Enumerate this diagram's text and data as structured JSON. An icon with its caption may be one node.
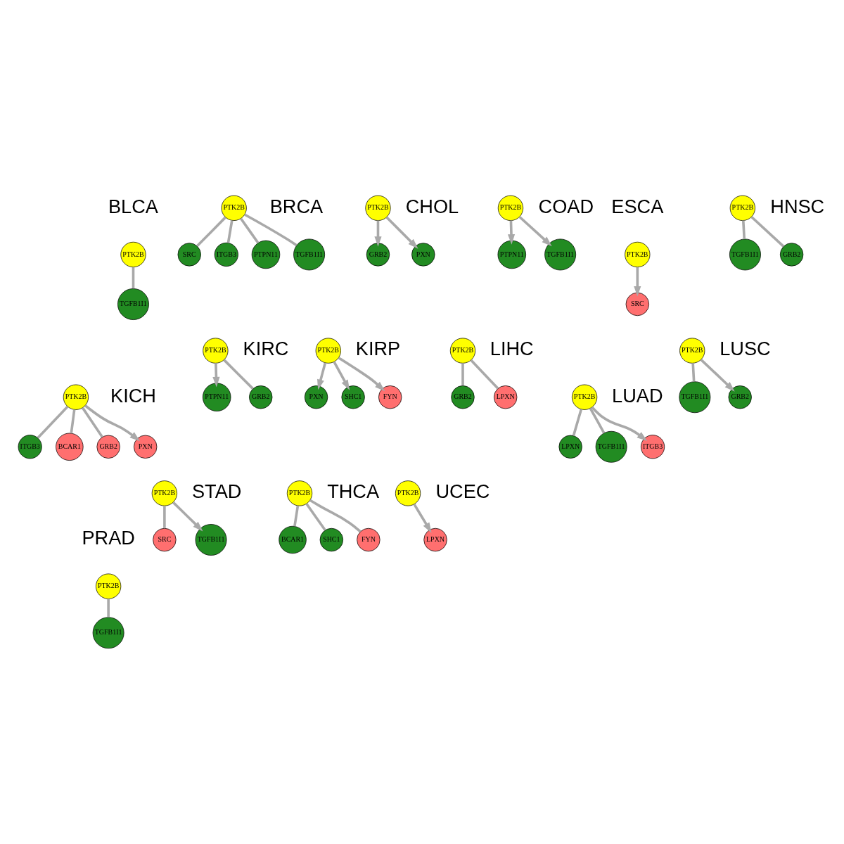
{
  "diagram": {
    "nodes": [
      {
        "text": [
          "PTK2B"
        ]
      },
      {
        "text": [
          "TGFB1I1"
        ]
      },
      {
        "text": [
          "TGFB1I1"
        ]
      },
      {
        "text": [
          "SRC"
        ]
      },
      {
        "text": [
          "PTK2B"
        ]
      },
      {
        "text": [
          "ITGB3"
        ]
      },
      {
        "text": [
          "PTPN11"
        ]
      },
      {
        "text": [
          "PXN"
        ]
      },
      {
        "text": [
          "PTK2B"
        ]
      },
      {
        "text": [
          "GRB2"
        ]
      },
      {
        "text": [
          "TGFB1I1"
        ]
      },
      {
        "text": [
          "PTK2B"
        ]
      },
      {
        "text": [
          "PTPN11"
        ]
      },
      {
        "text": [
          "PTK2B"
        ]
      },
      {
        "text": [
          "SRC"
        ]
      },
      {
        "text": [
          "GRB2"
        ]
      },
      {
        "text": [
          "PTK2B"
        ]
      },
      {
        "text": [
          "TGFB1I1"
        ]
      },
      {
        "text": [
          "PXN"
        ]
      },
      {
        "text": [
          "ITGB3"
        ]
      },
      {
        "text": [
          "PTK2B"
        ]
      },
      {
        "text": [
          "BCAR1"
        ]
      },
      {
        "text": [
          "GRB2"
        ]
      },
      {
        "text": [
          "GRB2"
        ]
      },
      {
        "text": [
          "PTK2B"
        ]
      },
      {
        "text": [
          "PTPN11"
        ]
      },
      {
        "text": [
          "FYN"
        ]
      },
      {
        "text": [
          "PXN"
        ]
      },
      {
        "text": [
          "PTK2B"
        ]
      },
      {
        "text": [
          "SHC1"
        ]
      },
      {
        "text": [
          "LPXN"
        ]
      },
      {
        "text": [
          "PTK2B"
        ]
      },
      {
        "text": [
          "GRB2"
        ]
      },
      {
        "text": [
          "ITGB3"
        ]
      },
      {
        "text": [
          "LPXN"
        ]
      },
      {
        "text": [
          "PTK2B"
        ]
      },
      {
        "text": [
          "TGFB1I1"
        ]
      },
      {
        "text": [
          "GRB2"
        ]
      },
      {
        "text": [
          "PTK2B"
        ]
      },
      {
        "text": [
          "TGFB1I1"
        ]
      },
      {
        "text": [
          "PTK2B"
        ]
      },
      {
        "text": [
          "TGFB1I1"
        ]
      },
      {
        "text": [
          "TGFB1I1"
        ]
      },
      {
        "text": [
          "PTK2B"
        ]
      },
      {
        "text": [
          "SRC"
        ]
      },
      {
        "text": [
          "FYN"
        ]
      },
      {
        "text": [
          "BCAR1"
        ]
      },
      {
        "text": [
          "PTK2B"
        ]
      },
      {
        "text": [
          "SHC1"
        ]
      },
      {
        "text": [
          "LPXN"
        ]
      },
      {
        "text": [
          "PTK2B"
        ]
      }
    ],
    "edges": [
      {
        "from": 0,
        "to": 1,
        "arrow": "none"
      },
      {
        "from": 4,
        "to": 2,
        "arrow": "none"
      },
      {
        "from": 4,
        "to": 3,
        "arrow": "none"
      },
      {
        "from": 4,
        "to": 5,
        "arrow": "none"
      },
      {
        "from": 4,
        "to": 6,
        "arrow": "none"
      },
      {
        "from": 8,
        "to": 7,
        "arrow": "to"
      },
      {
        "from": 8,
        "to": 9,
        "arrow": "to"
      },
      {
        "from": 11,
        "to": 10,
        "arrow": "to"
      },
      {
        "from": 11,
        "to": 12,
        "arrow": "to"
      },
      {
        "from": 13,
        "to": 14,
        "arrow": "to"
      },
      {
        "from": 16,
        "to": 15,
        "arrow": "none"
      },
      {
        "from": 16,
        "to": 17,
        "arrow": "none"
      },
      {
        "from": 20,
        "to": 18,
        "arrow": "to"
      },
      {
        "from": 20,
        "to": 19,
        "arrow": "none"
      },
      {
        "from": 20,
        "to": 21,
        "arrow": "none"
      },
      {
        "from": 20,
        "to": 22,
        "arrow": "none"
      },
      {
        "from": 24,
        "to": 23,
        "arrow": "none"
      },
      {
        "from": 24,
        "to": 25,
        "arrow": "to"
      },
      {
        "from": 28,
        "to": 26,
        "arrow": "to"
      },
      {
        "from": 28,
        "to": 27,
        "arrow": "to"
      },
      {
        "from": 28,
        "to": 29,
        "arrow": "to"
      },
      {
        "from": 31,
        "to": 30,
        "arrow": "none"
      },
      {
        "from": 31,
        "to": 32,
        "arrow": "none"
      },
      {
        "from": 35,
        "to": 33,
        "arrow": "to"
      },
      {
        "from": 35,
        "to": 34,
        "arrow": "none"
      },
      {
        "from": 35,
        "to": 36,
        "arrow": "none"
      },
      {
        "from": 38,
        "to": 37,
        "arrow": "to"
      },
      {
        "from": 38,
        "to": 39,
        "arrow": "none"
      },
      {
        "from": 40,
        "to": 41,
        "arrow": "none"
      },
      {
        "from": 43,
        "to": 42,
        "arrow": "to"
      },
      {
        "from": 43,
        "to": 44,
        "arrow": "none"
      },
      {
        "from": 47,
        "to": 45,
        "arrow": "none"
      },
      {
        "from": 47,
        "to": 46,
        "arrow": "none"
      },
      {
        "from": 47,
        "to": 48,
        "arrow": "none"
      },
      {
        "from": 50,
        "to": 49,
        "arrow": "to"
      }
    ],
    "labels": [
      "BLCA",
      "BRCA",
      "CHOL",
      "COAD",
      "ESCA",
      "HNSC",
      "KICH",
      "KIRC",
      "KIRP",
      "LIHC",
      "LUAD",
      "LUSC",
      "PRAD",
      "STAD",
      "THCA",
      "UCEC"
    ]
  }
}
